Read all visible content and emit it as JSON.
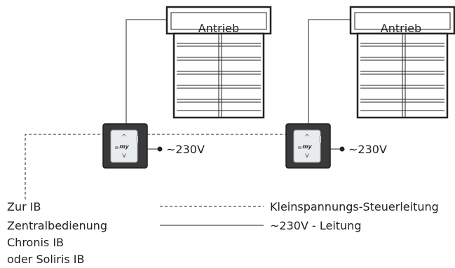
{
  "colors": {
    "line": "#222222",
    "switch_frame": "#3a3a3a",
    "switch_plate": "#e8ecef",
    "text": "#222222"
  },
  "blinds": [
    {
      "label": "Antrieb",
      "icon": "roller-shutter-icon"
    },
    {
      "label": "Antrieb",
      "icon": "roller-shutter-icon"
    }
  ],
  "switches": [
    {
      "icon": "wall-switch-icon",
      "button_label": "my",
      "power_label": "~230V"
    },
    {
      "icon": "wall-switch-icon",
      "button_label": "my",
      "power_label": "~230V"
    }
  ],
  "central_unit": {
    "lines": [
      "Zur IB",
      "Zentralbedienung",
      "Chronis IB",
      "oder Soliris IB"
    ]
  },
  "legend": [
    {
      "style": "dashed",
      "label": "Kleinspannungs-Steuerleitung"
    },
    {
      "style": "solid",
      "label": "~230V - Leitung"
    }
  ]
}
